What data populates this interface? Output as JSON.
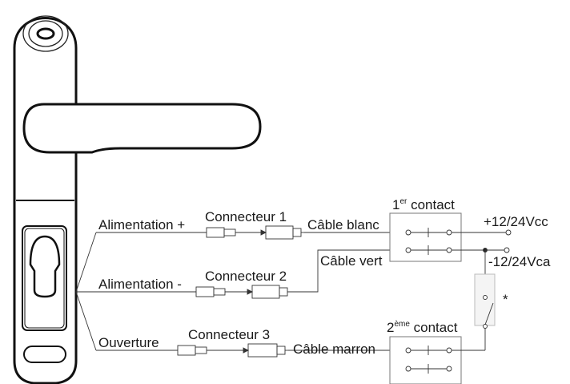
{
  "labels": {
    "alim_plus": "Alimentation +",
    "alim_minus": "Alimentation -",
    "ouverture": "Ouverture",
    "connecteur1": "Connecteur 1",
    "connecteur2": "Connecteur 2",
    "connecteur3": "Connecteur 3",
    "cable_blanc": "Câble blanc",
    "cable_vert": "Câble vert",
    "cable_marron": "Câble marron",
    "contact1_num": "1",
    "contact1_sup": "er",
    "contact1_word": " contact",
    "contact2_num": "2",
    "contact2_sup": "ème",
    "contact2_word": " contact",
    "v_plus": "+12/24Vcc",
    "v_minus": "-12/24Vca",
    "asterisk": "*"
  }
}
